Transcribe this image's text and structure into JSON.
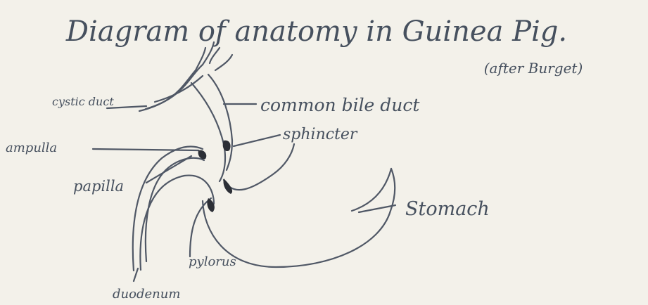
{
  "title": "Diagram of anatomy in Guinea Pig.",
  "subtitle": "(after Burget)",
  "labels": {
    "cystic_duct": "cystic duct",
    "common_bile_duct": "common bile duct",
    "sphincter": "sphincter",
    "ampulla": "ampulla",
    "papilla": "papilla",
    "stomach": "Stomach",
    "pylorus": "pylorus",
    "duodenum": "duodenum"
  },
  "colors": {
    "paper": "#f3f1ea",
    "ink": "#46505e",
    "dark_ink": "#2c2f36"
  }
}
